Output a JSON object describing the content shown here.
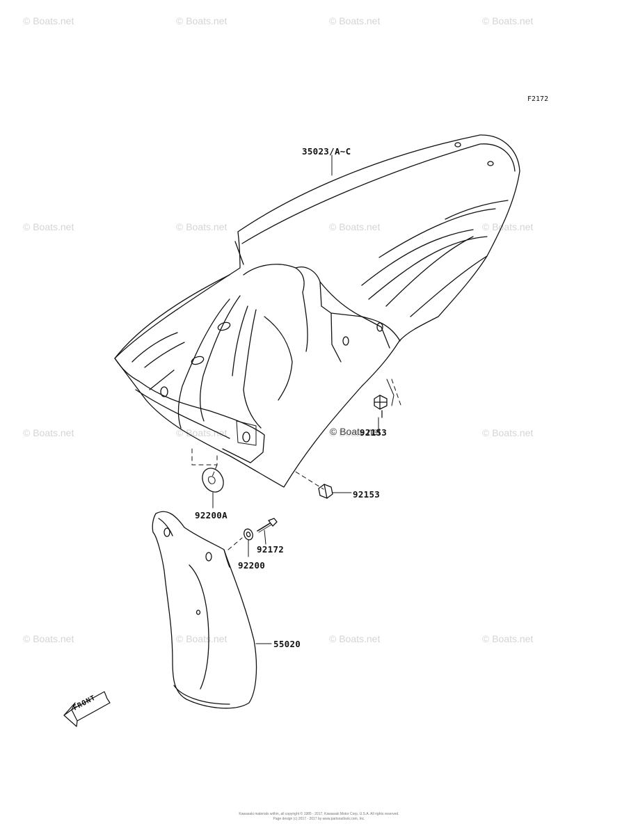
{
  "diagram": {
    "code": "F2172",
    "front_label": "FRONT",
    "watermark_inline": "© Boats.net",
    "parts": {
      "rear_fender": "35023/A~C",
      "bolt_upper": "92153",
      "bolt_lower": "92153",
      "grommet": "92200A",
      "screw": "92172",
      "washer": "92200",
      "flap": "55020"
    },
    "copyright": [
      "Kawasaki materials within, all copyright © 1985 - 2017, Kawasaki Motor Corp, U.S.A. All rights reserved.",
      "Page design (c) 2017 - 2017 by www.partsoutlook.com, Inc."
    ]
  },
  "watermarks": [
    "© Boats.net",
    "© Boats.net",
    "© Boats.net",
    "© Boats.net",
    "© Boats.net",
    "© Boats.net",
    "© Boats.net",
    "© Boats.net",
    "© Boats.net",
    "© Boats.net",
    "© Boats.net",
    "© Boats.net",
    "© Boats.net",
    "© Boats.net",
    "© Boats.net",
    "© Boats.net"
  ],
  "colors": {
    "line": "#111111",
    "watermark": "#d4d4d4"
  }
}
